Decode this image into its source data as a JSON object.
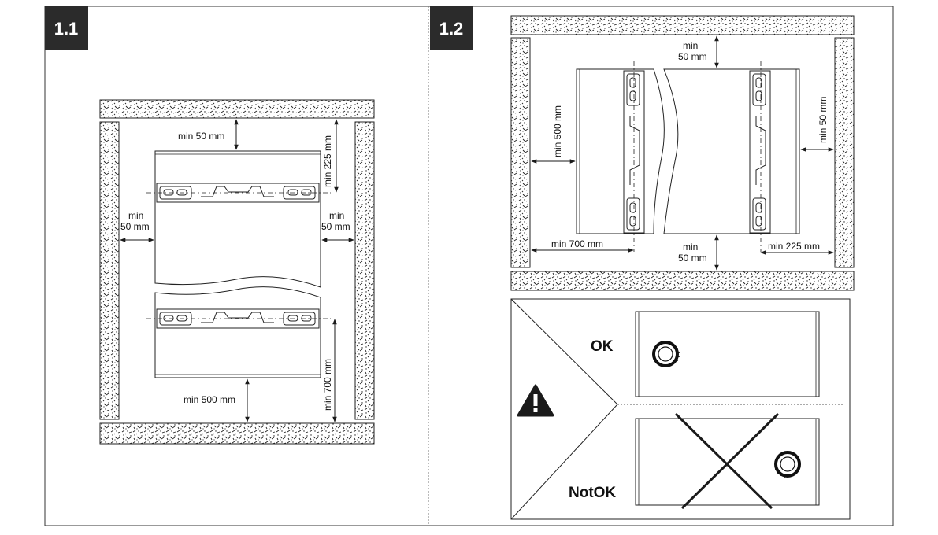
{
  "panel_1_1": {
    "badge": "1.1",
    "dims": {
      "top_gap": "min 50 mm",
      "top_bracket": "min 225 mm",
      "left_min": "min",
      "left_mm": "50 mm",
      "right_min": "min",
      "right_mm": "50 mm",
      "bottom_gap": "min 500 mm",
      "bottom_bracket": "min 700 mm"
    }
  },
  "panel_1_2": {
    "badge": "1.2",
    "dims": {
      "top_min": "min",
      "top_mm": "50 mm",
      "left_gap": "min 500 mm",
      "right_gap": "min 50 mm",
      "bottom_left": "min 700 mm",
      "bottom_min": "min",
      "bottom_mm": "50 mm",
      "bottom_right": "min 225 mm"
    }
  },
  "warning_panel": {
    "ok_label": "OK",
    "notok_label": "NotOK",
    "warning_icon": "warning-triangle-icon"
  },
  "colors": {
    "badge_bg": "#2b2b2b",
    "line": "#1a1a1a"
  }
}
